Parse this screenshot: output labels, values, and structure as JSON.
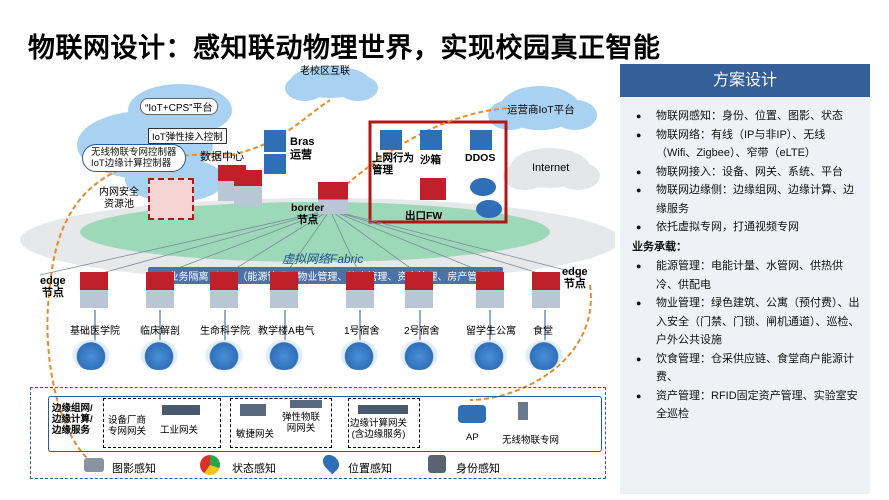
{
  "title": "物联网设计：感知联动物理世界，实现校园真正智能",
  "panel": {
    "header": "方案设计",
    "bullets_top": [
      "物联网感知：身份、位置、图影、状态",
      "物联网络：有线（IP与非IP）、无线（Wifi、Zigbee）、窄带（eLTE）",
      "物联网接入：设备、网关、系统、平台",
      "物联网边缘侧：边缘组网、边缘计算、边缘服务",
      "依托虚拟专网，打通视频专网"
    ],
    "sub_heading": "业务承载：",
    "bullets_bottom": [
      "能源管理：电能计量、水管网、供热供冷、供配电",
      "物业管理：绿色建筑、公寓（预付费）、出入安全（门禁、门锁、闸机通道）、巡检、户外公共设施",
      "饮食管理：仓采供应链、食堂商户能源计费、",
      "资产管理：RFID固定资产管理、实验室安全巡检"
    ]
  },
  "diagram": {
    "old_campus": "老校区互联",
    "iot_cps": "“IoT+CPS”平台",
    "iot_elastic": "IoT弹性接入控制",
    "wireless_ctrl": "无线物联专网控制器",
    "edge_ctrl": "IoT边缘计算控制器",
    "data_center": "数据中心",
    "intranet_security": "内网安全资源池",
    "bras_ops": "Bras\n运营",
    "border_node": "border\n节点",
    "operator_iot": "运营商IoT平台",
    "internet": "Internet",
    "online_behavior": "上网行为管理",
    "sandbox": "沙箱",
    "ddos": "DDOS",
    "exit_fw": "出口FW",
    "virtual_fabric": "虚拟网络Fabric",
    "iot_isolation": "IoT业务隔离（VN）（能源管理、物业管理、饮食管理、资产管理、房产管理）",
    "edge_node_left": "edge\n节点",
    "edge_node_right": "edge\n节点",
    "buildings": [
      "基础医学院",
      "临床解剖",
      "生命科学院",
      "教学楼A电气",
      "1号宿舍",
      "2号宿舍",
      "留学生公寓",
      "食堂"
    ],
    "edge_side_label": "边缘组网/\n边缘计算/\n边缘服务",
    "gw_devices": "设备厂商\n专网网关",
    "gw_industrial": "工业网关",
    "gw_sensitive": "敏捷网关",
    "gw_elastic": "弹性物联\n网网关",
    "gw_edge_compute": "边缘计算网关\n(含边缘服务)",
    "ap": "AP",
    "wireless_iot": "无线物联专网",
    "sense_image": "图影感知",
    "sense_status": "状态感知",
    "sense_location": "位置感知",
    "sense_identity": "身份感知"
  },
  "colors": {
    "accent_blue": "#355f98",
    "device_red": "#c0202a",
    "frame_red": "#b01818",
    "fabric_green": "#7fd0a8",
    "cloud_blue": "#a9d2f2"
  }
}
